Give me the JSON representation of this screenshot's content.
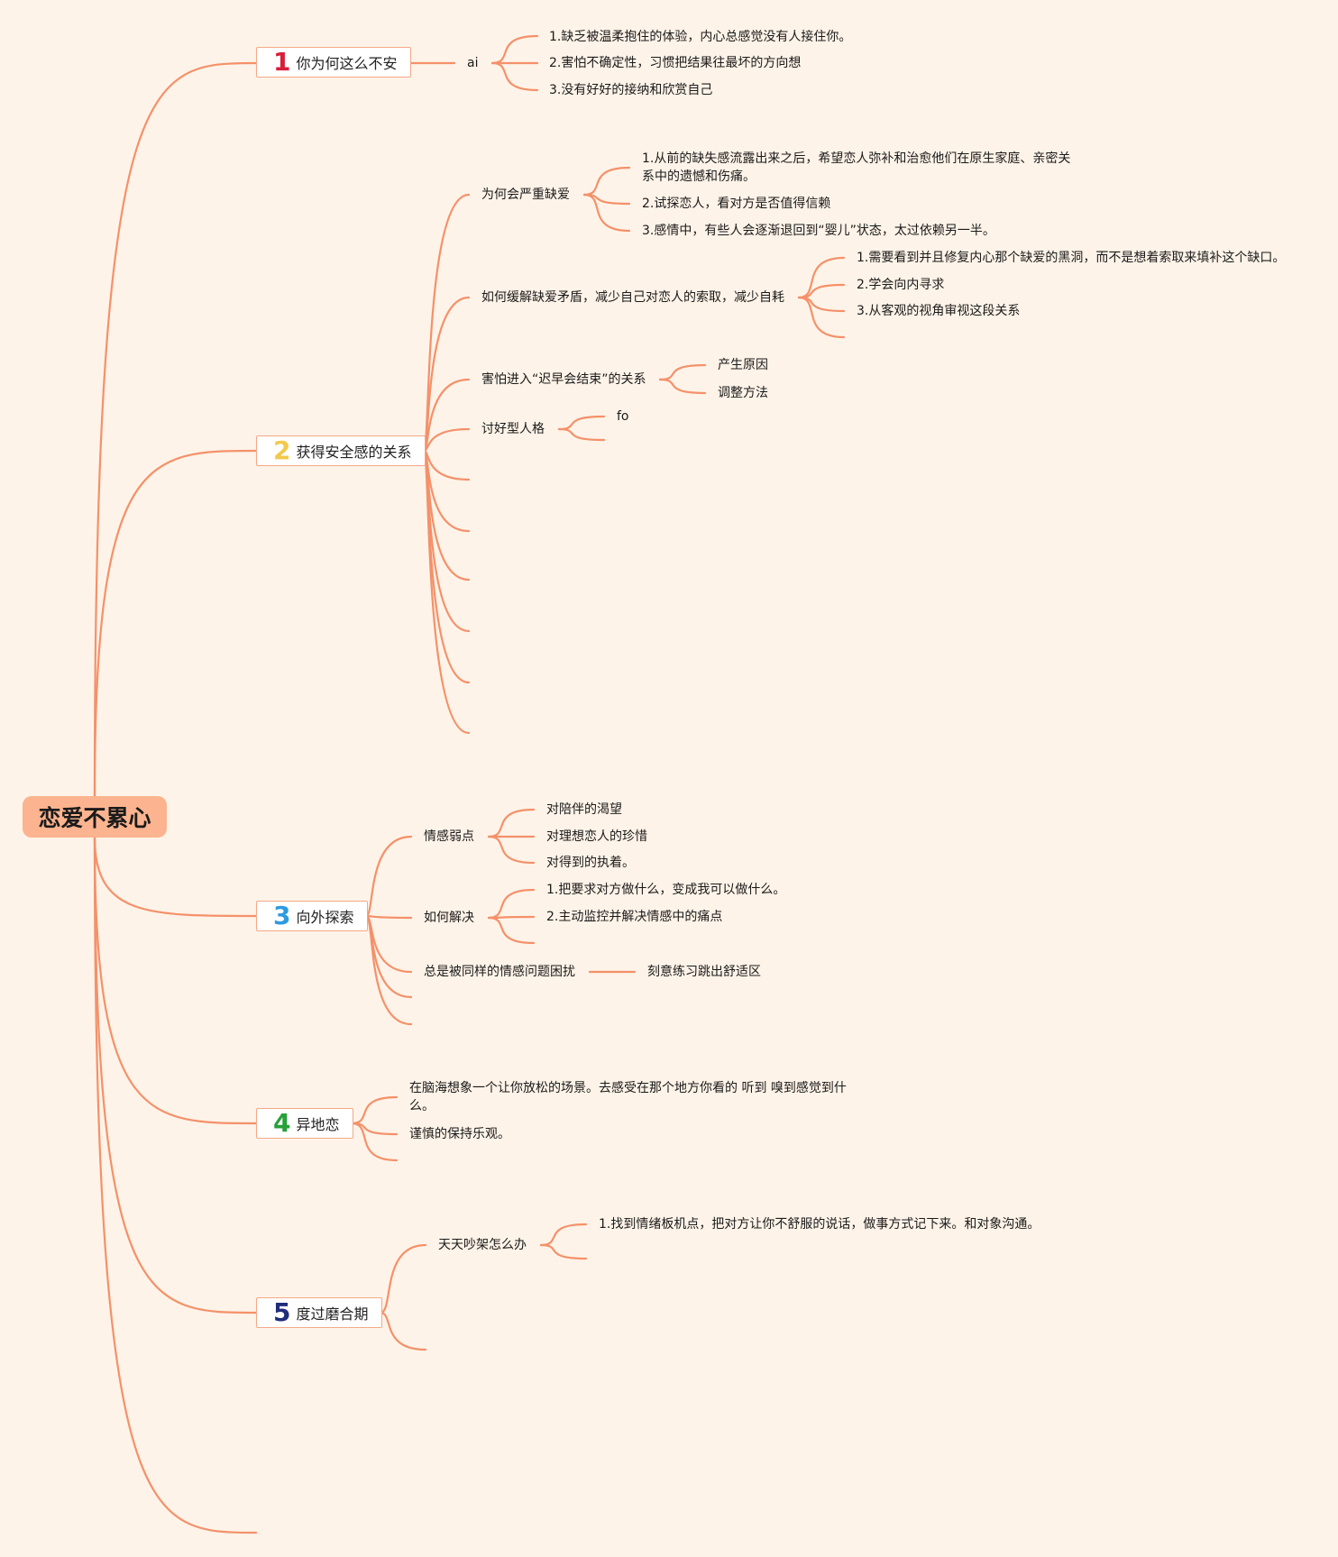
{
  "root": {
    "label": "恋爱不累心"
  },
  "link_color": "#f4916a",
  "topics": [
    {
      "num": "1",
      "num_color": "#d81e3a",
      "label": "你为何这么不安",
      "children": [
        {
          "label": "ai",
          "children": [
            {
              "label": "1.缺乏被温柔抱住的体验，内心总感觉没有人接住你。"
            },
            {
              "label": "2.害怕不确定性，习惯把结果往最坏的方向想"
            },
            {
              "label": "3.没有好好的接纳和欣赏自己"
            }
          ]
        }
      ]
    },
    {
      "num": "2",
      "num_color": "#f2c94c",
      "label": "获得安全感的关系",
      "children": [
        {
          "label": "为何会严重缺爱",
          "children": [
            {
              "label": "1.从前的缺失感流露出来之后，希望恋人弥补和治愈他们在原生家庭、亲密关系中的遗憾和伤痛。"
            },
            {
              "label": "2.试探恋人，看对方是否值得信赖"
            },
            {
              "label": "3.感情中，有些人会逐渐退回到“婴儿”状态，太过依赖另一半。"
            }
          ]
        },
        {
          "label": "如何缓解缺爱矛盾，减少自己对恋人的索取，减少自耗",
          "children": [
            {
              "label": "1.需要看到并且修复内心那个缺爱的黑洞，而不是想着索取来填补这个缺口。"
            },
            {
              "label": "2.学会向内寻求"
            },
            {
              "label": "3.从客观的视角审视这段关系"
            }
          ]
        },
        {
          "label": "害怕进入“迟早会结束”的关系",
          "children": [
            {
              "label": "产生原因"
            },
            {
              "label": "调整方法"
            }
          ]
        },
        {
          "label": "讨好型人格",
          "children": [
            {
              "label": "fo"
            }
          ]
        }
      ]
    },
    {
      "num": "3",
      "num_color": "#2e9be0",
      "label": "向外探索",
      "children": [
        {
          "label": "情感弱点",
          "children": [
            {
              "label": "对陪伴的渴望"
            },
            {
              "label": "对理想恋人的珍惜"
            },
            {
              "label": "对得到的执着。"
            }
          ]
        },
        {
          "label": "如何解决",
          "children": [
            {
              "label": "1.把要求对方做什么，变成我可以做什么。"
            },
            {
              "label": "2.主动监控并解决情感中的痛点"
            }
          ]
        },
        {
          "label": "总是被同样的情感问题困扰",
          "children": [
            {
              "label": "刻意练习跳出舒适区"
            }
          ]
        }
      ]
    },
    {
      "num": "4",
      "num_color": "#27a03a",
      "label": "异地恋",
      "children": [
        {
          "label": "在脑海想象一个让你放松的场景。去感受在那个地方你看的 听到 嗅到感觉到什么。"
        },
        {
          "label": "谨慎的保持乐观。"
        }
      ]
    },
    {
      "num": "5",
      "num_color": "#1f2d7a",
      "label": "度过磨合期",
      "children": [
        {
          "label": "天天吵架怎么办",
          "children": [
            {
              "label": "1.找到情绪板机点，把对方让你不舒服的说话，做事方式记下来。和对象沟通。"
            }
          ]
        }
      ]
    }
  ]
}
